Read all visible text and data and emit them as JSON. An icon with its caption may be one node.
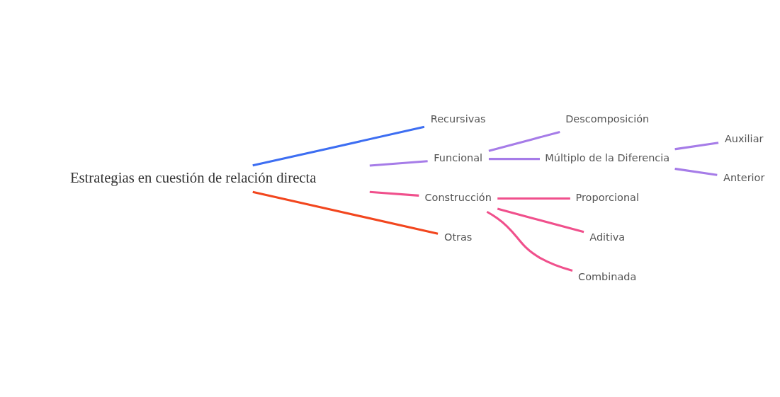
{
  "diagram": {
    "nodes": [
      {
        "text": [
          "Estrategias en cuestión de relación directa"
        ]
      },
      {
        "text": [
          "Recursivas"
        ]
      },
      {
        "text": [
          "Funcional"
        ]
      },
      {
        "text": [
          "Descomposición"
        ]
      },
      {
        "text": [
          "Múltiplo de la Diferencia"
        ]
      },
      {
        "text": [
          "Auxiliar"
        ]
      },
      {
        "text": [
          "Anterior"
        ]
      },
      {
        "text": [
          "Construcción"
        ]
      },
      {
        "text": [
          "Proporcional"
        ]
      },
      {
        "text": [
          "Aditiva"
        ]
      },
      {
        "text": [
          "Combinada"
        ]
      },
      {
        "text": [
          "Otras"
        ]
      }
    ],
    "edges": [
      {
        "from": 0,
        "to": 1,
        "arrow": "none",
        "color": "#3d6ef2"
      },
      {
        "from": 0,
        "to": 2,
        "arrow": "none",
        "color": "#a67ce8"
      },
      {
        "from": 2,
        "to": 3,
        "arrow": "none",
        "color": "#a67ce8"
      },
      {
        "from": 2,
        "to": 4,
        "arrow": "none",
        "color": "#a67ce8"
      },
      {
        "from": 4,
        "to": 5,
        "arrow": "none",
        "color": "#a67ce8"
      },
      {
        "from": 4,
        "to": 6,
        "arrow": "none",
        "color": "#a67ce8"
      },
      {
        "from": 0,
        "to": 7,
        "arrow": "none",
        "color": "#f0508c"
      },
      {
        "from": 7,
        "to": 8,
        "arrow": "none",
        "color": "#f0508c"
      },
      {
        "from": 7,
        "to": 9,
        "arrow": "none",
        "color": "#f0508c"
      },
      {
        "from": 7,
        "to": 10,
        "arrow": "none",
        "color": "#f0508c"
      },
      {
        "from": 0,
        "to": 11,
        "arrow": "none",
        "color": "#f2461e"
      }
    ]
  }
}
